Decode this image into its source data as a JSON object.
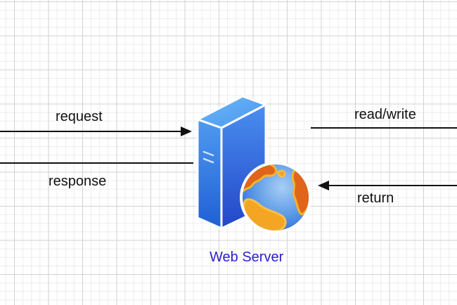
{
  "diagram": {
    "title": "Web Server",
    "edges": [
      {
        "id": "request",
        "label": "request",
        "direction": "to-server",
        "side": "left"
      },
      {
        "id": "response",
        "label": "response",
        "direction": "from-server",
        "side": "left"
      },
      {
        "id": "read-write",
        "label": "read/write",
        "direction": "from-server",
        "side": "right"
      },
      {
        "id": "return",
        "label": "return",
        "direction": "to-server",
        "side": "right"
      }
    ],
    "node": {
      "label": "Web Server",
      "icons": [
        "server-tower-icon",
        "globe-icon"
      ],
      "label_color": "#2a1fd1"
    },
    "colors": {
      "server_front": "#3a7ee8",
      "server_side": "#2f5fd6",
      "server_top": "#5aa8f5",
      "globe_ocean": "#5f9ee8",
      "globe_land": "#f0a020",
      "globe_land_dark": "#e0651a"
    }
  }
}
